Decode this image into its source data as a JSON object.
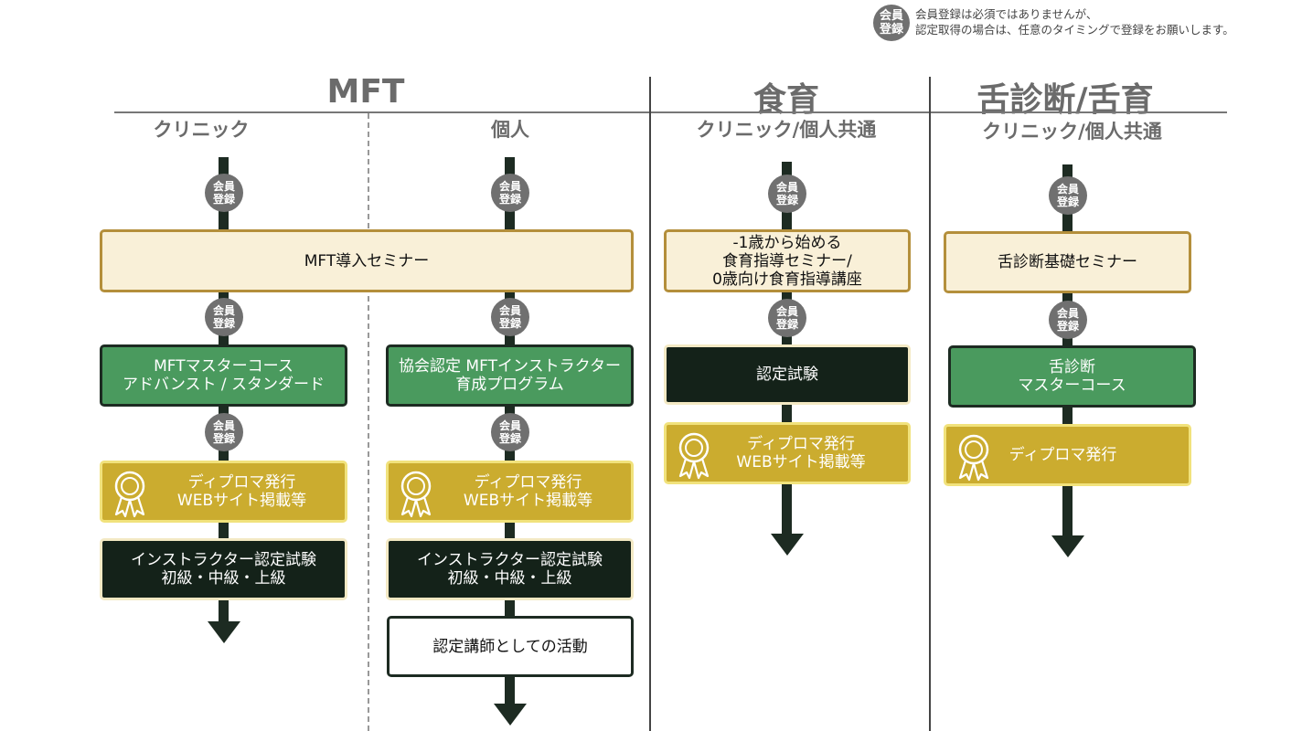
{
  "legend": {
    "badge": [
      "会員",
      "登録"
    ],
    "lines": [
      "会員登録は必須ではありませんが、",
      "認定取得の場合は、任意のタイミングで登録をお願いします。"
    ]
  },
  "sections": {
    "mft": "MFT",
    "shokuiku": "食育",
    "zetsu": "舌診断/舌育"
  },
  "columns": {
    "clinic": "クリニック",
    "kojin": "個人",
    "shokuiku_sub": "クリニック/個人共通",
    "zetsu_sub": "クリニック/個人共通"
  },
  "badge_lines": [
    "会員",
    "登録"
  ],
  "boxes": {
    "mft_seminar": [
      "MFT導入セミナー"
    ],
    "mft_master": [
      "MFTマスターコース",
      "アドバンスト / スタンダード"
    ],
    "mft_instructor_program": [
      "協会認定 MFTインストラクター",
      "育成プログラム"
    ],
    "diploma_web_1": [
      "ディプロマ発行",
      "WEBサイト掲載等"
    ],
    "diploma_web_2": [
      "ディプロマ発行",
      "WEBサイト掲載等"
    ],
    "instructor_exam_1": [
      "インストラクター認定試験",
      "初級・中級・上級"
    ],
    "instructor_exam_2": [
      "インストラクター認定試験",
      "初級・中級・上級"
    ],
    "lecturer_activity": [
      "認定講師としての活動"
    ],
    "shokuiku_seminar": [
      "-1歳から始める",
      "食育指導セミナー/",
      "0歳向け食育指導講座"
    ],
    "shokuiku_exam": [
      "認定試験"
    ],
    "diploma_web_3": [
      "ディプロマ発行",
      "WEBサイト掲載等"
    ],
    "zetsu_seminar": [
      "舌診断基礎セミナー"
    ],
    "zetsu_master": [
      "舌診断",
      "マスターコース"
    ],
    "diploma_only": [
      "ディプロマ発行"
    ]
  },
  "colors": {
    "cream": "#f9f0d8",
    "green": "#4a9a5e",
    "dark": "#142219",
    "gold": "#cbac2f",
    "badge": "#707070"
  },
  "icons": [
    "medal-icon",
    "arrow-down-icon"
  ]
}
